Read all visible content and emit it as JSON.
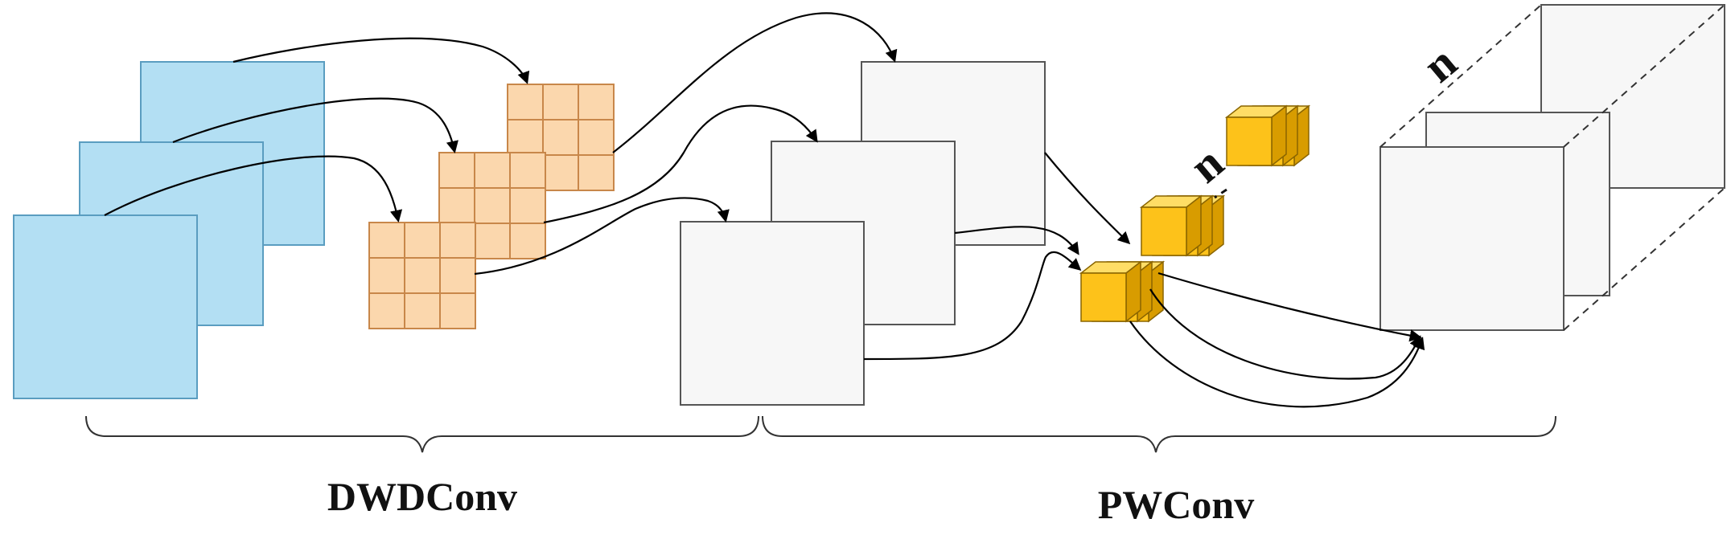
{
  "labels": {
    "left_group": "DWDConv",
    "right_group": "PWConv",
    "kernel_count": "n",
    "output_count": "n"
  },
  "colors": {
    "input_fill": "#b3dff3",
    "input_stroke": "#5a9dc0",
    "kernel_fill": "#fbd7ad",
    "kernel_stroke": "#c8874a",
    "map_fill": "#f7f7f7",
    "map_stroke": "#555555",
    "cube_front": "#fdc21a",
    "cube_top": "#ffdd66",
    "cube_side": "#d89c00",
    "cube_stroke": "#8a6500"
  }
}
